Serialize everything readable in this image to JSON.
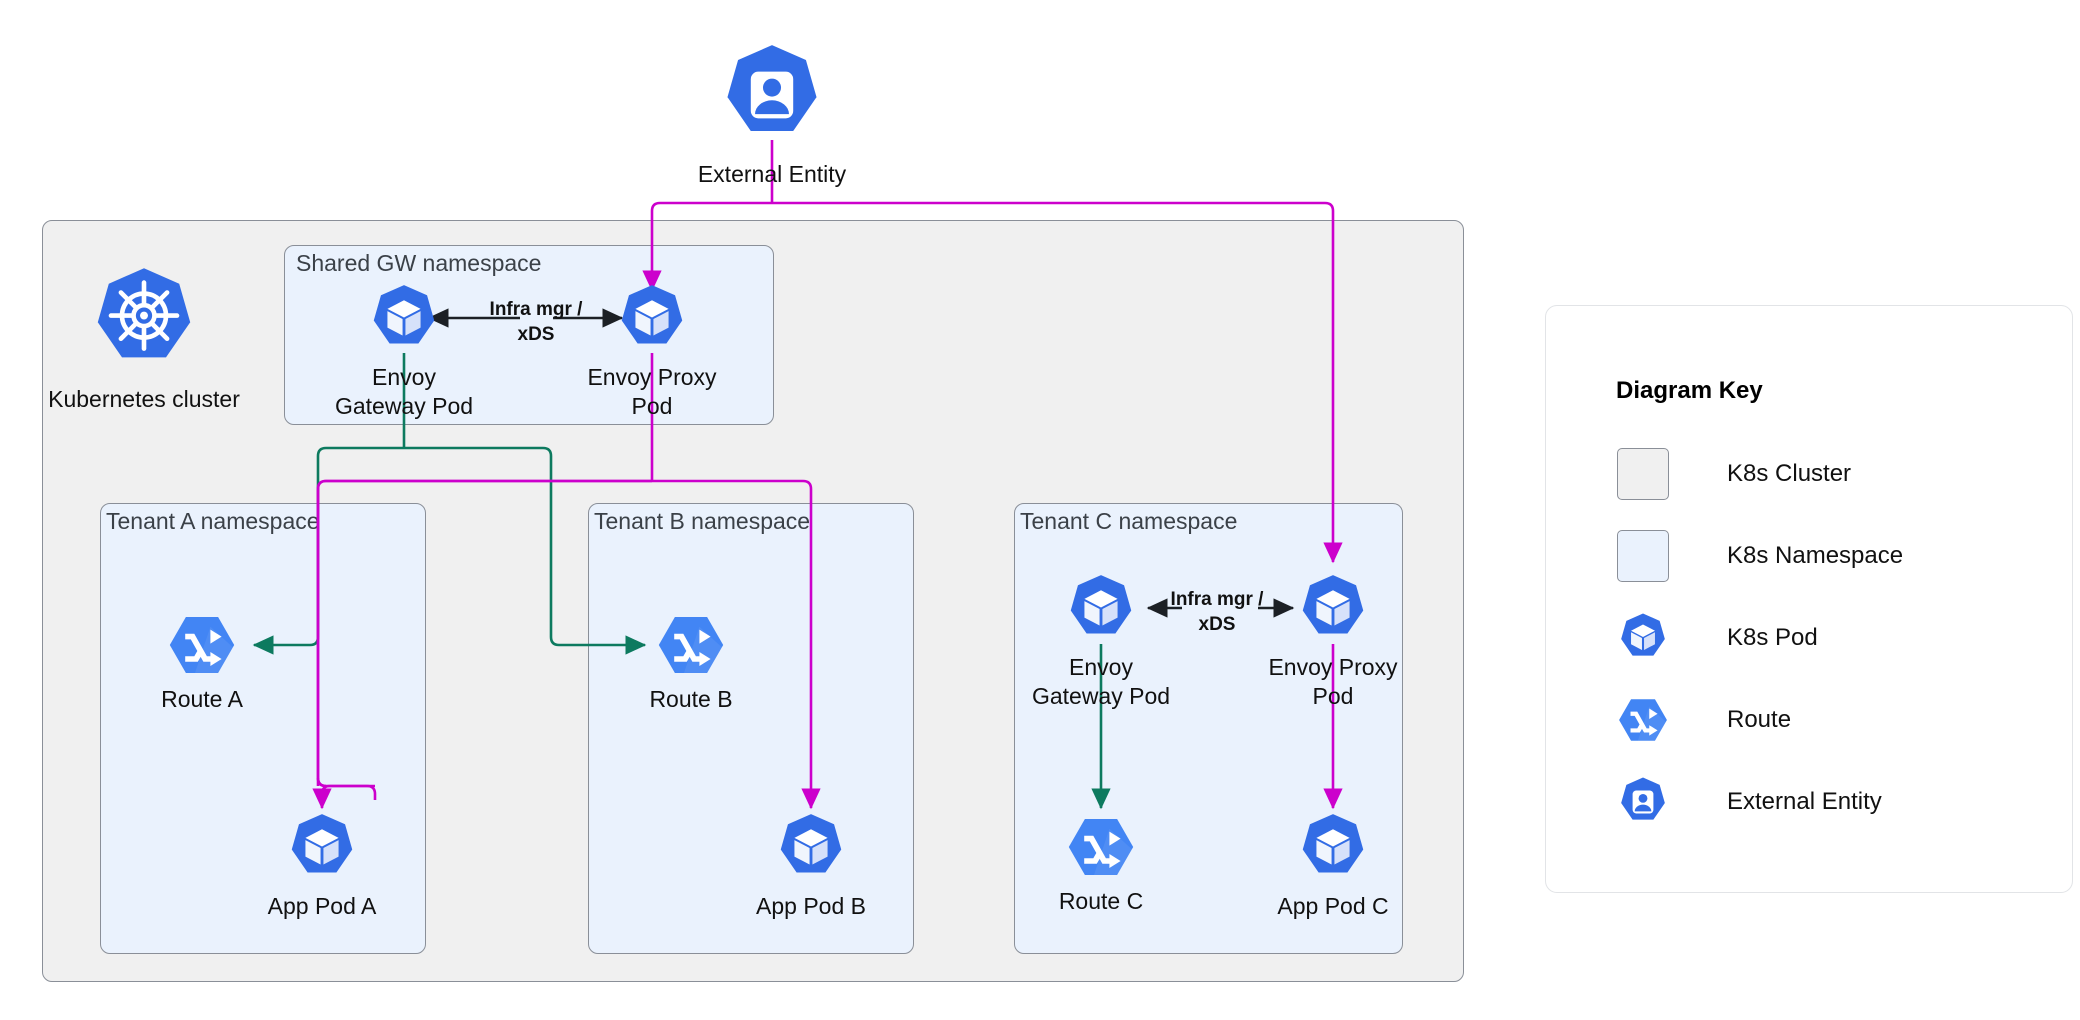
{
  "diagram": {
    "title": "Envoy Gateway multi-tenant Kubernetes deployment",
    "colors": {
      "k8s_blue": "#326ce5",
      "route_blue": "#4285f4",
      "cluster_fill": "#f0f0f0",
      "namespace_fill": "#eaf2fd",
      "border_gray": "#8a8f98",
      "flow_green": "#0d7a5f",
      "flow_magenta": "#cc00cc",
      "arrow_black": "#1c2025"
    },
    "external": {
      "label": "External Entity",
      "icon": "external-entity-icon"
    },
    "cluster": {
      "label": "Kubernetes cluster",
      "icon": "kubernetes-cluster-icon"
    },
    "namespaces": [
      {
        "id": "shared-gw",
        "title": "Shared GW namespace",
        "nodes": [
          {
            "id": "gw-pod",
            "label": "Envoy\nGateway Pod",
            "icon": "k8s-pod-icon"
          },
          {
            "id": "proxy-pod",
            "label": "Envoy Proxy\nPod",
            "icon": "k8s-pod-icon"
          }
        ],
        "edge_label": "Infra mgr /\nxDS"
      },
      {
        "id": "tenant-a",
        "title": "Tenant A namespace",
        "nodes": [
          {
            "id": "route-a",
            "label": "Route A",
            "icon": "route-icon"
          },
          {
            "id": "app-pod-a",
            "label": "App Pod A",
            "icon": "k8s-pod-icon"
          }
        ]
      },
      {
        "id": "tenant-b",
        "title": "Tenant B namespace",
        "nodes": [
          {
            "id": "route-b",
            "label": "Route B",
            "icon": "route-icon"
          },
          {
            "id": "app-pod-b",
            "label": "App Pod B",
            "icon": "k8s-pod-icon"
          }
        ]
      },
      {
        "id": "tenant-c",
        "title": "Tenant C namespace",
        "nodes": [
          {
            "id": "gw-pod-c",
            "label": "Envoy\nGateway Pod",
            "icon": "k8s-pod-icon"
          },
          {
            "id": "proxy-pod-c",
            "label": "Envoy Proxy\nPod",
            "icon": "k8s-pod-icon"
          },
          {
            "id": "route-c",
            "label": "Route C",
            "icon": "route-icon"
          },
          {
            "id": "app-pod-c",
            "label": "App Pod C",
            "icon": "k8s-pod-icon"
          }
        ],
        "edge_label": "Infra mgr /\nxDS"
      }
    ],
    "legend": {
      "title": "Diagram Key",
      "items": [
        {
          "label": "K8s Cluster",
          "icon": "cluster-swatch"
        },
        {
          "label": "K8s Namespace",
          "icon": "namespace-swatch"
        },
        {
          "label": "K8s Pod",
          "icon": "k8s-pod-icon"
        },
        {
          "label": "Route",
          "icon": "route-icon"
        },
        {
          "label": "External Entity",
          "icon": "external-entity-icon"
        }
      ]
    }
  }
}
